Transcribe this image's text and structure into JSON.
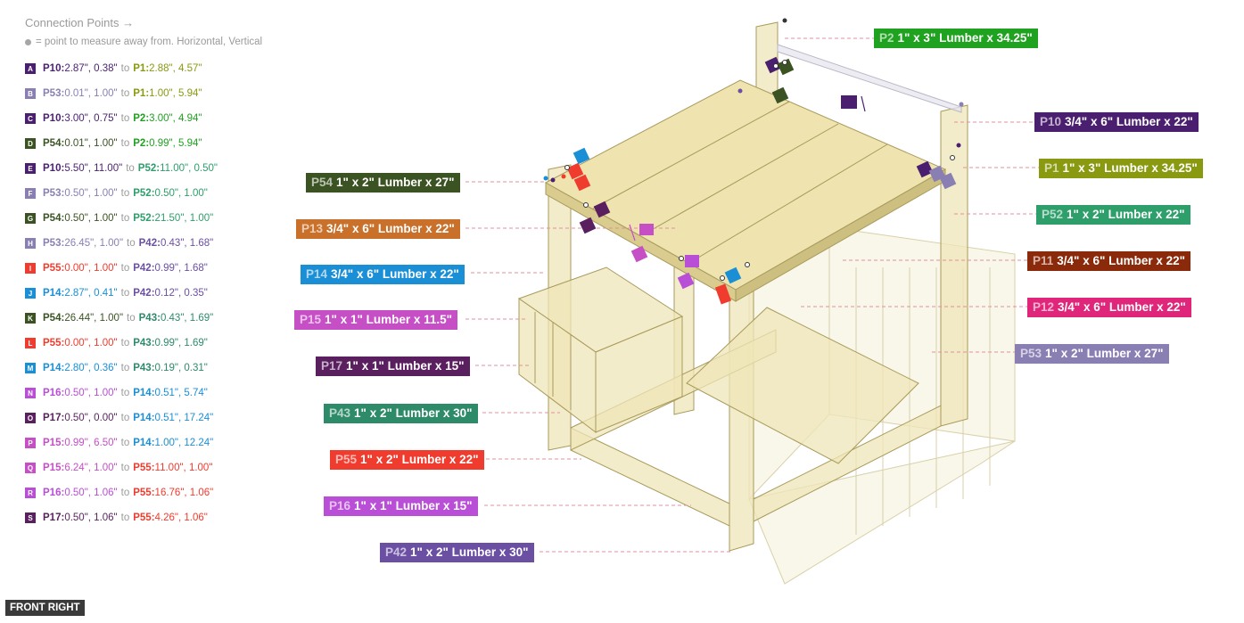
{
  "header": {
    "title": "Connection Points →",
    "legend_note": "= point to measure away from. Horizontal, Vertical"
  },
  "view_label": "FRONT RIGHT",
  "connections": [
    {
      "letter": "A",
      "color": "#4b1f6f",
      "from_id": "P10",
      "from_val": "2.87\", 0.38\"",
      "from_color": "#4b1f6f",
      "to_id": "P1",
      "to_val": "2.88\", 4.57\"",
      "to_color": "#8a9a10"
    },
    {
      "letter": "B",
      "color": "#8a7fb3",
      "from_id": "P53",
      "from_val": "0.01\", 1.00\"",
      "from_color": "#8a7fb3",
      "to_id": "P1",
      "to_val": "1.00\", 5.94\"",
      "to_color": "#8a9a10"
    },
    {
      "letter": "C",
      "color": "#4b1f6f",
      "from_id": "P10",
      "from_val": "3.00\", 0.75\"",
      "from_color": "#4b1f6f",
      "to_id": "P2",
      "to_val": "3.00\", 4.94\"",
      "to_color": "#1fa21f"
    },
    {
      "letter": "D",
      "color": "#3b5323",
      "from_id": "P54",
      "from_val": "0.01\", 1.00\"",
      "from_color": "#3b5323",
      "to_id": "P2",
      "to_val": "0.99\", 5.94\"",
      "to_color": "#1fa21f"
    },
    {
      "letter": "E",
      "color": "#4b1f6f",
      "from_id": "P10",
      "from_val": "5.50\", 11.00\"",
      "from_color": "#4b1f6f",
      "to_id": "P52",
      "to_val": "11.00\", 0.50\"",
      "to_color": "#2e9e6a"
    },
    {
      "letter": "F",
      "color": "#8a7fb3",
      "from_id": "P53",
      "from_val": "0.50\", 1.00\"",
      "from_color": "#8a7fb3",
      "to_id": "P52",
      "to_val": "0.50\", 1.00\"",
      "to_color": "#2e9e6a"
    },
    {
      "letter": "G",
      "color": "#3b5323",
      "from_id": "P54",
      "from_val": "0.50\", 1.00\"",
      "from_color": "#3b5323",
      "to_id": "P52",
      "to_val": "21.50\", 1.00\"",
      "to_color": "#2e9e6a"
    },
    {
      "letter": "H",
      "color": "#8a7fb3",
      "from_id": "P53",
      "from_val": "26.45\", 1.00\"",
      "from_color": "#8a7fb3",
      "to_id": "P42",
      "to_val": "0.43\", 1.68\"",
      "to_color": "#6b4fa3"
    },
    {
      "letter": "I",
      "color": "#f03c2e",
      "from_id": "P55",
      "from_val": "0.00\", 1.00\"",
      "from_color": "#f03c2e",
      "to_id": "P42",
      "to_val": "0.99\", 1.68\"",
      "to_color": "#6b4fa3"
    },
    {
      "letter": "J",
      "color": "#1b8fd6",
      "from_id": "P14",
      "from_val": "2.87\", 0.41\"",
      "from_color": "#1b8fd6",
      "to_id": "P42",
      "to_val": "0.12\", 0.35\"",
      "to_color": "#6b4fa3"
    },
    {
      "letter": "K",
      "color": "#3b5323",
      "from_id": "P54",
      "from_val": "26.44\", 1.00\"",
      "from_color": "#3b5323",
      "to_id": "P43",
      "to_val": "0.43\", 1.69\"",
      "to_color": "#2e8b6a"
    },
    {
      "letter": "L",
      "color": "#f03c2e",
      "from_id": "P55",
      "from_val": "0.00\", 1.00\"",
      "from_color": "#f03c2e",
      "to_id": "P43",
      "to_val": "0.99\", 1.69\"",
      "to_color": "#2e8b6a"
    },
    {
      "letter": "M",
      "color": "#1b8fd6",
      "from_id": "P14",
      "from_val": "2.80\", 0.36\"",
      "from_color": "#1b8fd6",
      "to_id": "P43",
      "to_val": "0.19\", 0.31\"",
      "to_color": "#2e8b6a"
    },
    {
      "letter": "N",
      "color": "#b94fd6",
      "from_id": "P16",
      "from_val": "0.50\", 1.00\"",
      "from_color": "#b94fd6",
      "to_id": "P14",
      "to_val": "0.51\", 5.74\"",
      "to_color": "#1b8fd6"
    },
    {
      "letter": "O",
      "color": "#5a1f5f",
      "from_id": "P17",
      "from_val": "0.50\", 0.00\"",
      "from_color": "#5a1f5f",
      "to_id": "P14",
      "to_val": "0.51\", 17.24\"",
      "to_color": "#1b8fd6"
    },
    {
      "letter": "P",
      "color": "#c64fc6",
      "from_id": "P15",
      "from_val": "0.99\", 6.50\"",
      "from_color": "#c64fc6",
      "to_id": "P14",
      "to_val": "1.00\", 12.24\"",
      "to_color": "#1b8fd6"
    },
    {
      "letter": "Q",
      "color": "#c64fc6",
      "from_id": "P15",
      "from_val": "6.24\", 1.00\"",
      "from_color": "#c64fc6",
      "to_id": "P55",
      "to_val": "11.00\", 1.00\"",
      "to_color": "#f03c2e"
    },
    {
      "letter": "R",
      "color": "#b94fd6",
      "from_id": "P16",
      "from_val": "0.50\", 1.06\"",
      "from_color": "#b94fd6",
      "to_id": "P55",
      "to_val": "16.76\", 1.06\"",
      "to_color": "#f03c2e"
    },
    {
      "letter": "S",
      "color": "#5a1f5f",
      "from_id": "P17",
      "from_val": "0.50\", 1.06\"",
      "from_color": "#5a1f5f",
      "to_id": "P55",
      "to_val": "4.26\", 1.06\"",
      "to_color": "#f03c2e"
    }
  ],
  "parts": {
    "p2": {
      "id": "P2",
      "desc": "1\" x 3\" Lumber x 34.25\"",
      "color": "#1fa21f"
    },
    "p10": {
      "id": "P10",
      "desc": "3/4\" x 6\" Lumber x 22\"",
      "color": "#4b1f6f"
    },
    "p1": {
      "id": "P1",
      "desc": "1\" x 3\" Lumber x 34.25\"",
      "color": "#8a9a10"
    },
    "p52": {
      "id": "P52",
      "desc": "1\" x 2\" Lumber x 22\"",
      "color": "#2e9e6a"
    },
    "p11": {
      "id": "P11",
      "desc": "3/4\" x 6\" Lumber x 22\"",
      "color": "#8b2a0a"
    },
    "p12": {
      "id": "P12",
      "desc": "3/4\" x 6\" Lumber x 22\"",
      "color": "#e0267a"
    },
    "p53": {
      "id": "P53",
      "desc": "1\" x 2\" Lumber x 27\"",
      "color": "#8a7fb3"
    },
    "p54": {
      "id": "P54",
      "desc": "1\" x 2\" Lumber x 27\"",
      "color": "#3b5323"
    },
    "p13": {
      "id": "P13",
      "desc": "3/4\" x 6\" Lumber x 22\"",
      "color": "#c9702a"
    },
    "p14": {
      "id": "P14",
      "desc": "3/4\" x 6\" Lumber x 22\"",
      "color": "#1b8fd6"
    },
    "p15": {
      "id": "P15",
      "desc": "1\" x 1\" Lumber  x 11.5\"",
      "color": "#c64fc6"
    },
    "p17": {
      "id": "P17",
      "desc": "1\" x 1\" Lumber  x 15\"",
      "color": "#5a1f5f"
    },
    "p43": {
      "id": "P43",
      "desc": "1\" x 2\" Lumber x 30\"",
      "color": "#2e8b6a"
    },
    "p55": {
      "id": "P55",
      "desc": "1\" x 2\" Lumber x 22\"",
      "color": "#f03c2e"
    },
    "p16": {
      "id": "P16",
      "desc": "1\" x 1\" Lumber  x 15\"",
      "color": "#b94fd6"
    },
    "p42": {
      "id": "P42",
      "desc": "1\" x 2\" Lumber x 30\"",
      "color": "#6b4fa3"
    }
  },
  "colors": {
    "wood": "#efe6b8",
    "wood_edge": "#a89a5a",
    "leader": "#e090a0"
  }
}
